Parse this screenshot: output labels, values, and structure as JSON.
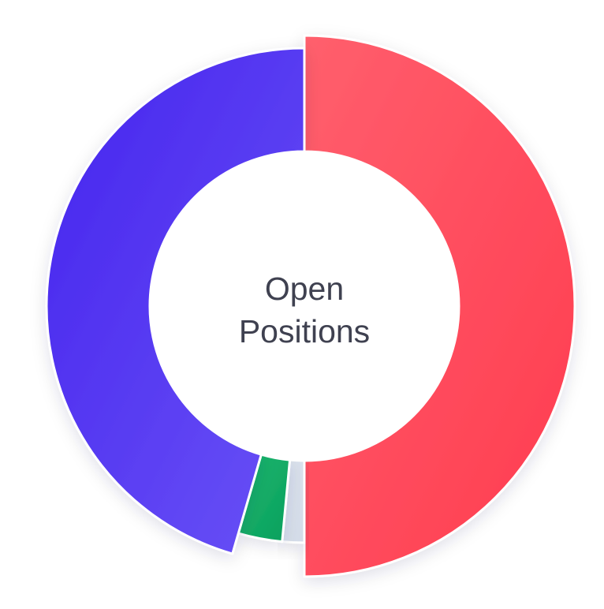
{
  "chart_data": {
    "type": "pie",
    "variant": "donut",
    "center_text": [
      "Open",
      "Positions"
    ],
    "categories": [
      "",
      "",
      "",
      ""
    ],
    "values": [
      50,
      1.5,
      3,
      45.5
    ],
    "colors": {
      "slices": [
        {
          "from": "#ff5f6d",
          "to": "#ff3b4f"
        },
        {
          "from": "#dde4ef",
          "to": "#d3dbe8"
        },
        {
          "from": "#1cb86f",
          "to": "#0a9f5d"
        },
        {
          "from": "#4523ee",
          "to": "#6a53f6"
        }
      ],
      "center_text": "#3f4150"
    },
    "legend": "none"
  }
}
